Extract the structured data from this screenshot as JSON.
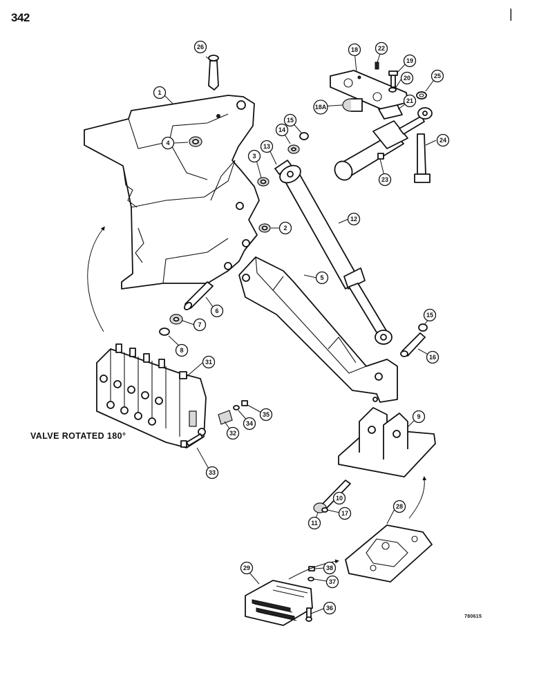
{
  "page": {
    "page_number": "342",
    "corner_mark": "|",
    "caption": "VALVE ROTATED 180°",
    "drawing_number": "780615"
  },
  "callouts": [
    {
      "id": "1",
      "label": "1"
    },
    {
      "id": "2",
      "label": "2"
    },
    {
      "id": "3",
      "label": "3"
    },
    {
      "id": "4",
      "label": "4"
    },
    {
      "id": "5",
      "label": "5"
    },
    {
      "id": "6",
      "label": "6"
    },
    {
      "id": "7",
      "label": "7"
    },
    {
      "id": "8",
      "label": "8"
    },
    {
      "id": "9",
      "label": "9"
    },
    {
      "id": "10",
      "label": "10"
    },
    {
      "id": "11",
      "label": "11"
    },
    {
      "id": "12",
      "label": "12"
    },
    {
      "id": "13",
      "label": "13"
    },
    {
      "id": "14",
      "label": "14"
    },
    {
      "id": "15a",
      "label": "15"
    },
    {
      "id": "15b",
      "label": "15"
    },
    {
      "id": "16",
      "label": "16"
    },
    {
      "id": "17",
      "label": "17"
    },
    {
      "id": "18",
      "label": "18"
    },
    {
      "id": "18A",
      "label": "18A"
    },
    {
      "id": "19",
      "label": "19"
    },
    {
      "id": "20",
      "label": "20"
    },
    {
      "id": "21",
      "label": "21"
    },
    {
      "id": "22",
      "label": "22"
    },
    {
      "id": "23",
      "label": "23"
    },
    {
      "id": "24",
      "label": "24"
    },
    {
      "id": "25",
      "label": "25"
    },
    {
      "id": "26",
      "label": "26"
    },
    {
      "id": "28",
      "label": "28"
    },
    {
      "id": "29",
      "label": "29"
    },
    {
      "id": "31",
      "label": "31"
    },
    {
      "id": "32",
      "label": "32"
    },
    {
      "id": "33",
      "label": "33"
    },
    {
      "id": "34",
      "label": "34"
    },
    {
      "id": "35",
      "label": "35"
    },
    {
      "id": "36",
      "label": "36"
    },
    {
      "id": "37",
      "label": "37"
    },
    {
      "id": "38",
      "label": "38"
    }
  ]
}
